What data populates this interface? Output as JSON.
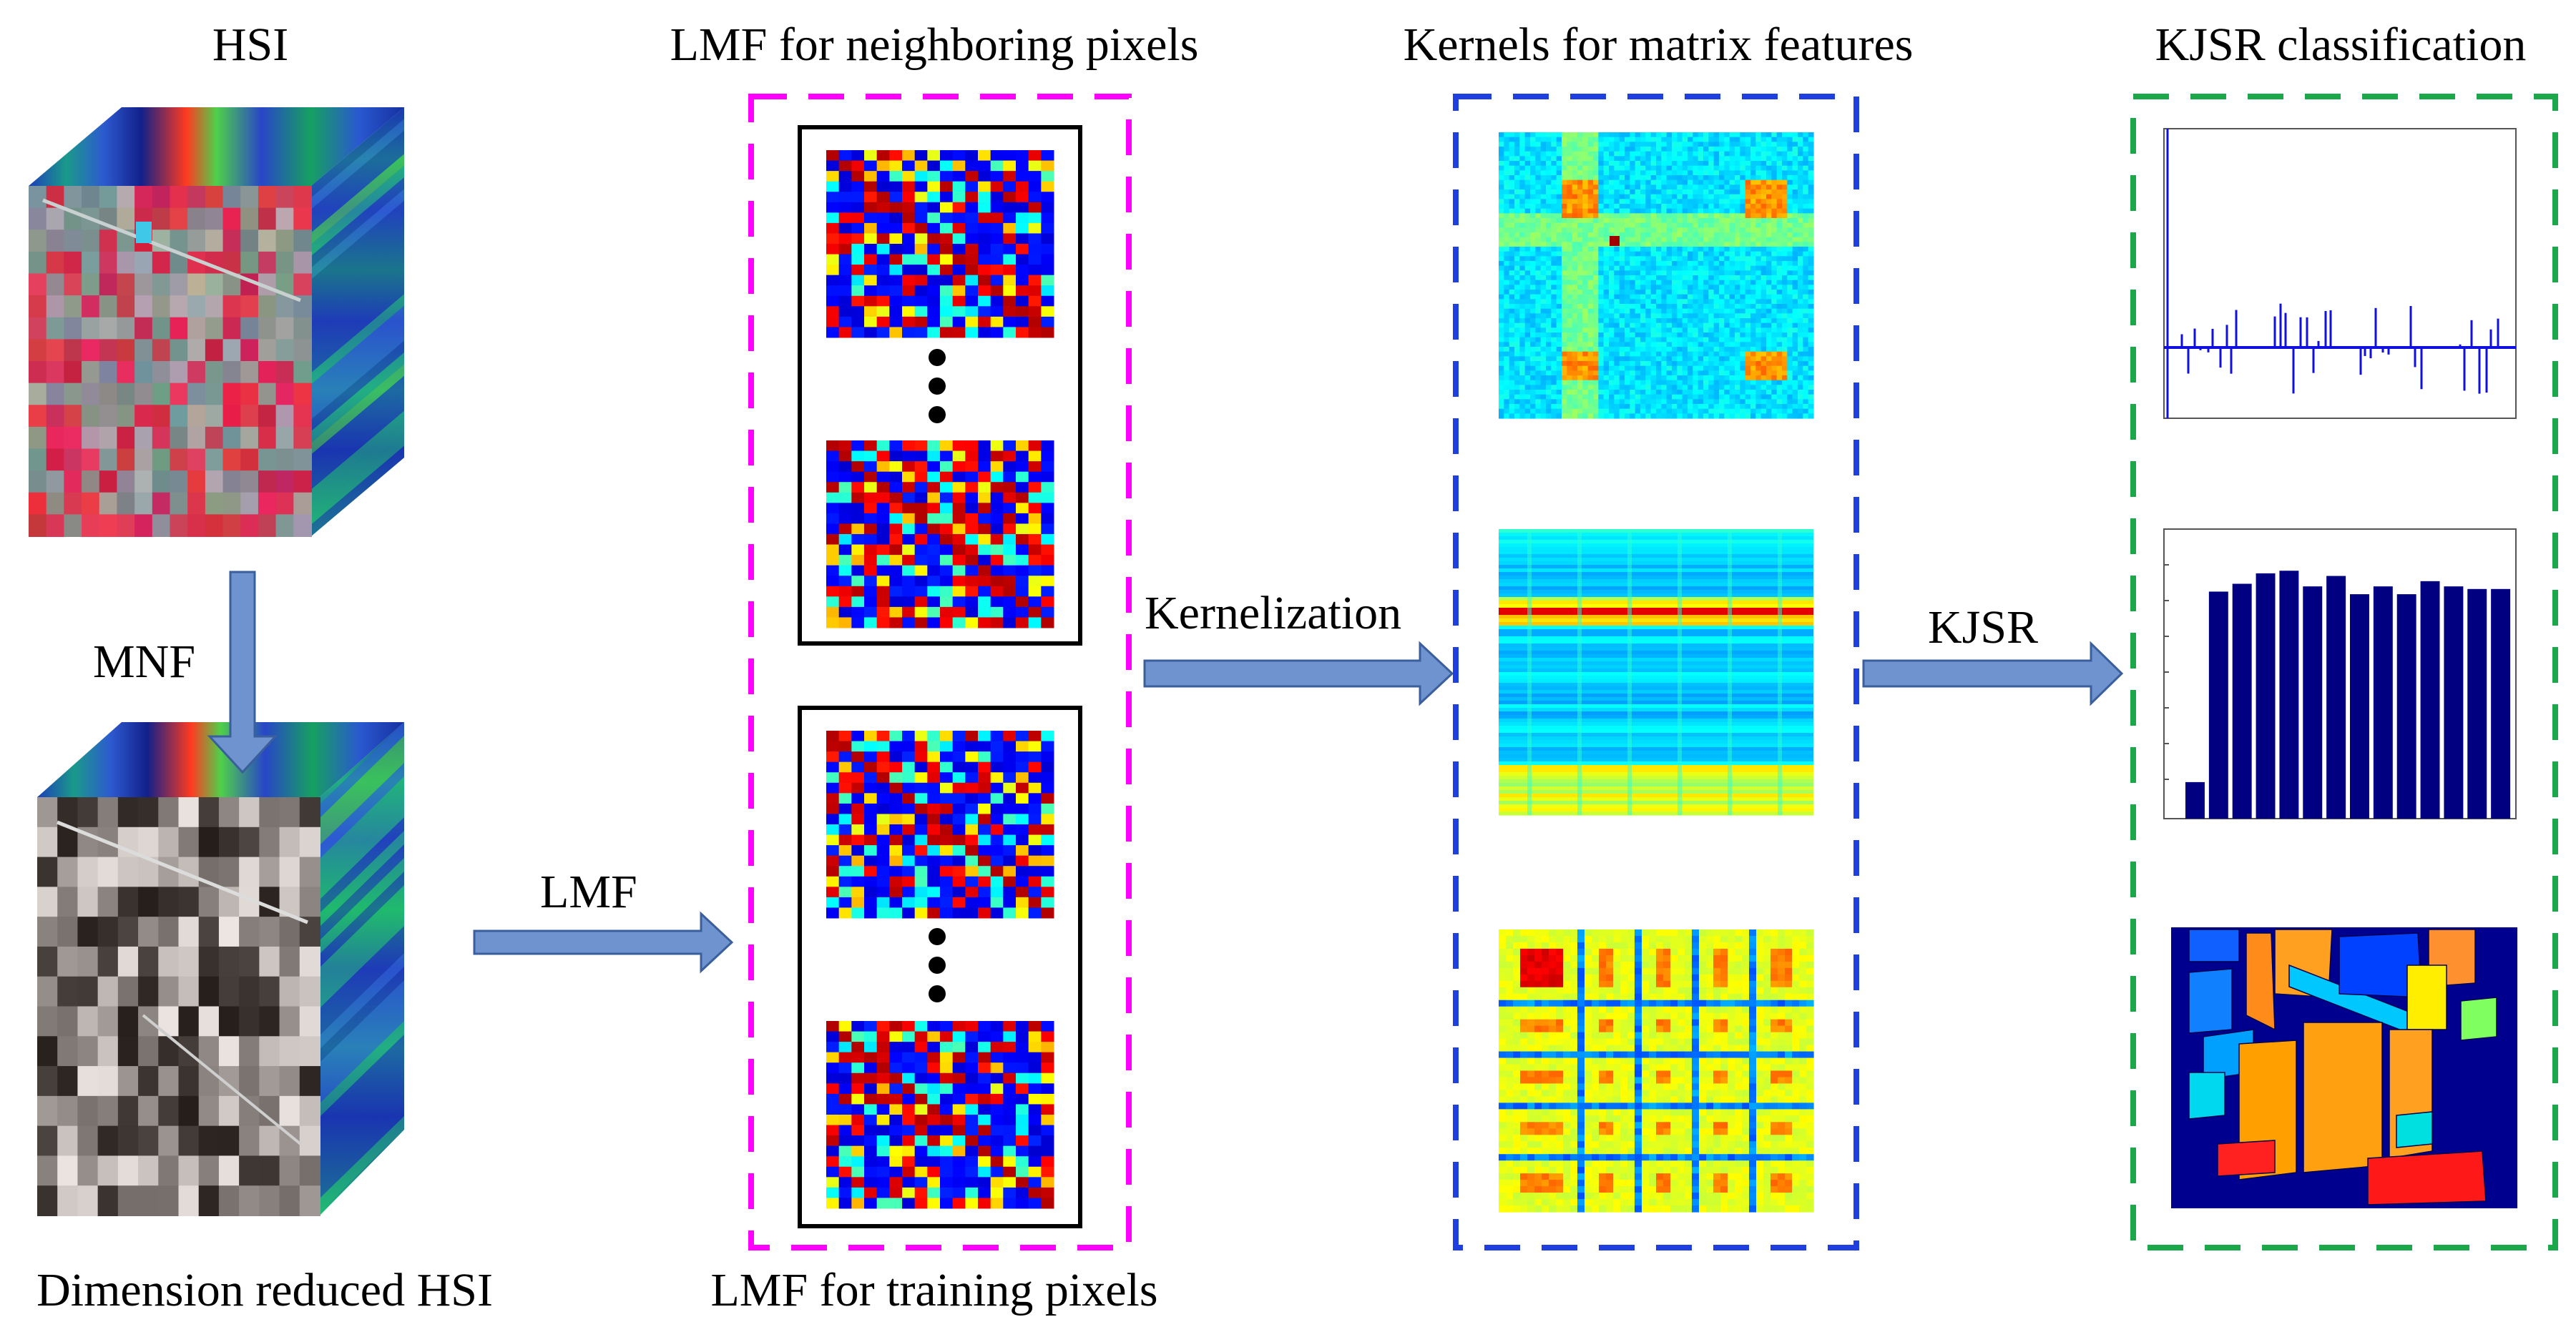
{
  "labels": {
    "hsi": "HSI",
    "dimension_reduced_hsi": "Dimension reduced HSI",
    "lmf_neighboring": "LMF for neighboring pixels",
    "lmf_training": "LMF for training pixels",
    "kernels_matrix_features": "Kernels for matrix features",
    "kjsr_classification": "KJSR classification"
  },
  "arrows": {
    "mnf": "MNF",
    "lmf": "LMF",
    "kernelization": "Kernelization",
    "kjsr": "KJSR"
  },
  "colors": {
    "lmf_panel_border": "#ff00ff",
    "kernel_panel_border": "#1f3fe0",
    "kjsr_panel_border": "#1aa84a",
    "arrow_fill": "#6f93cf",
    "arrow_stroke": "#3a5f9c",
    "plot_navy": "#000080"
  },
  "icons": {
    "hsi_cube": "hyperspectral-cube-image",
    "reduced_cube": "dimension-reduced-cube-image",
    "lmf_matrix": "lmf-matrix-heatmap",
    "kernel_matrix": "kernel-matrix-heatmap",
    "ellipsis": "vertical-ellipsis-dots",
    "sparse_plot": "sparse-coefficient-plot",
    "bar_plot": "class-residual-bar-plot",
    "class_map": "classification-map"
  }
}
